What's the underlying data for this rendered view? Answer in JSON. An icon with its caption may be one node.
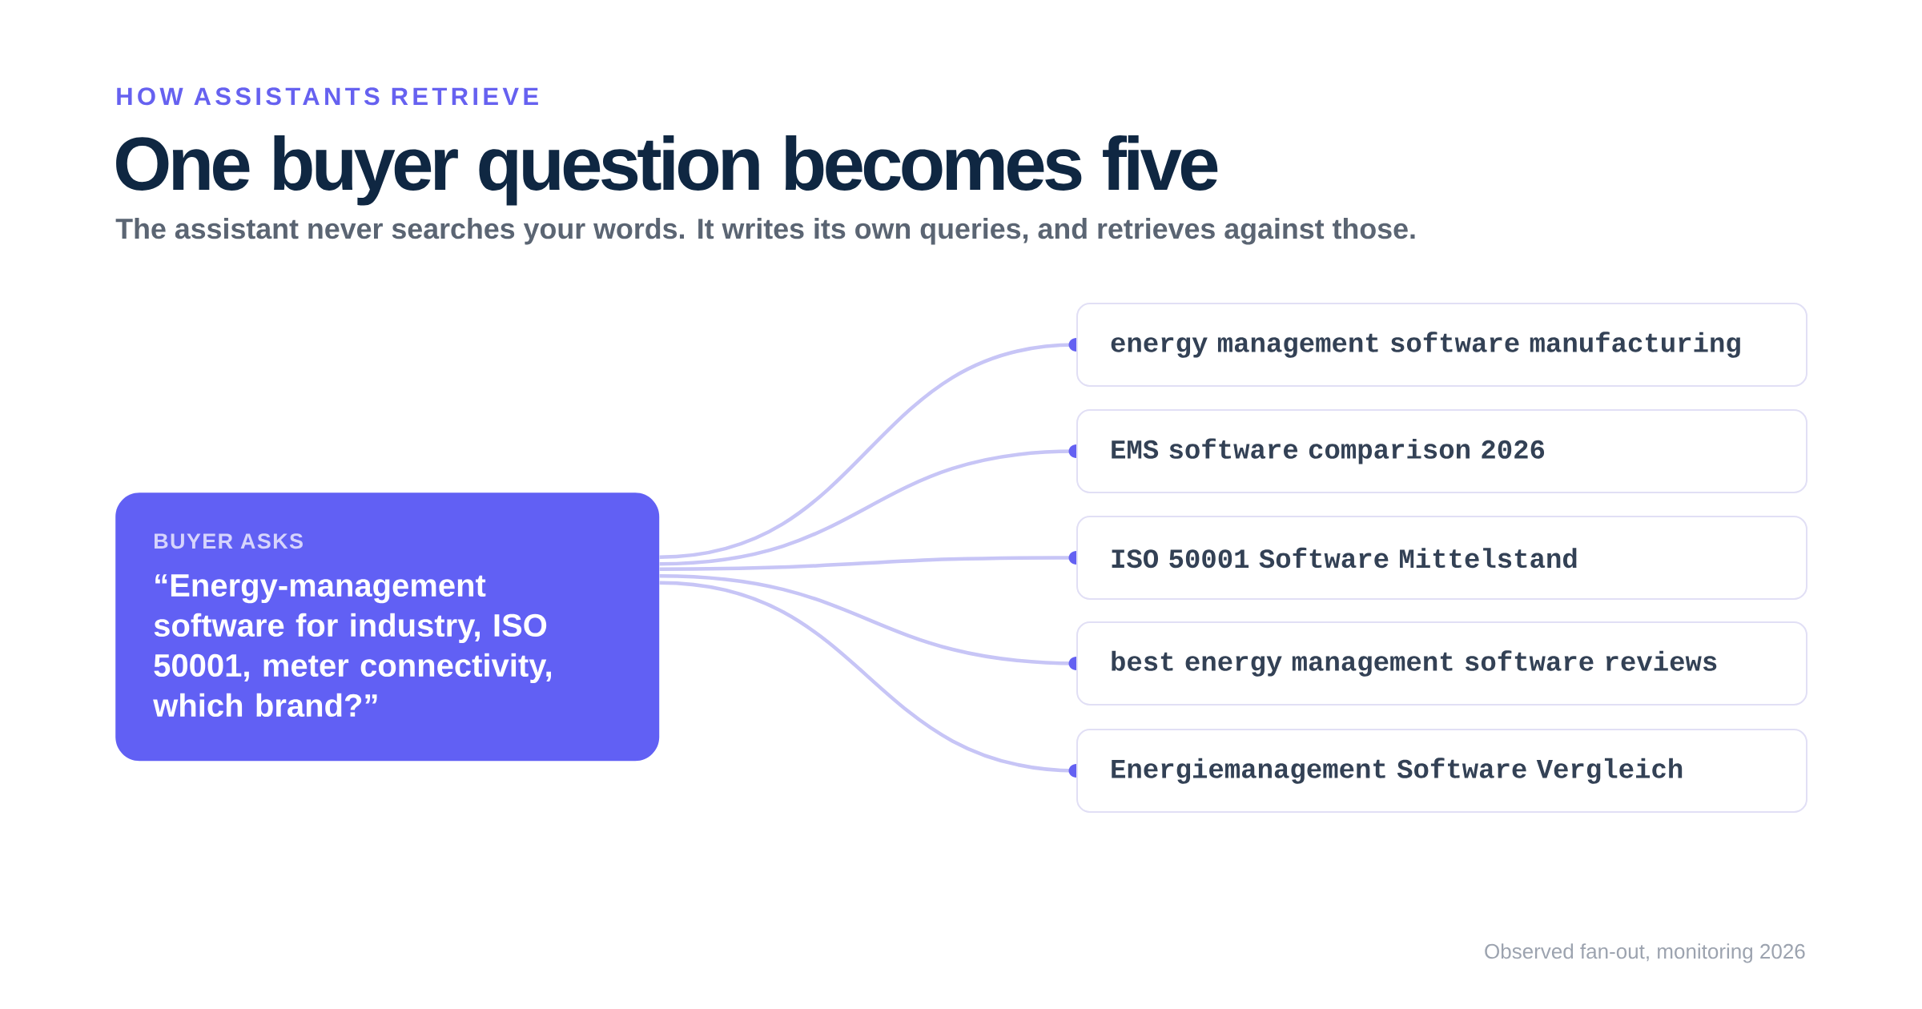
{
  "diagram": {
    "title": "One buyer question becomes five",
    "nodes": [
      {
        "text": [
          "BUYER ASKS",
          "“Energy-management software for industry, ISO 50001, meter connectivity, which brand?”"
        ]
      },
      {
        "text": [
          "energy management software manufacturing"
        ]
      },
      {
        "text": [
          "EMS software comparison 2026"
        ]
      },
      {
        "text": [
          "ISO 50001 Software Mittelstand"
        ]
      },
      {
        "text": [
          "best energy management software reviews"
        ]
      },
      {
        "text": [
          "Energiemanagement Software Vergleich"
        ]
      }
    ],
    "edges": [
      {
        "from": 0,
        "to": 1,
        "arrow": "other"
      },
      {
        "from": 0,
        "to": 2,
        "arrow": "other"
      },
      {
        "from": 0,
        "to": 3,
        "arrow": "other"
      },
      {
        "from": 0,
        "to": 4,
        "arrow": "other"
      },
      {
        "from": 0,
        "to": 5,
        "arrow": "other"
      }
    ],
    "labels": [
      "HOW ASSISTANTS RETRIEVE",
      "The assistant never searches your words. It writes its own queries, and retrieves against those.",
      "Observed fan-out, monitoring 2026"
    ]
  }
}
